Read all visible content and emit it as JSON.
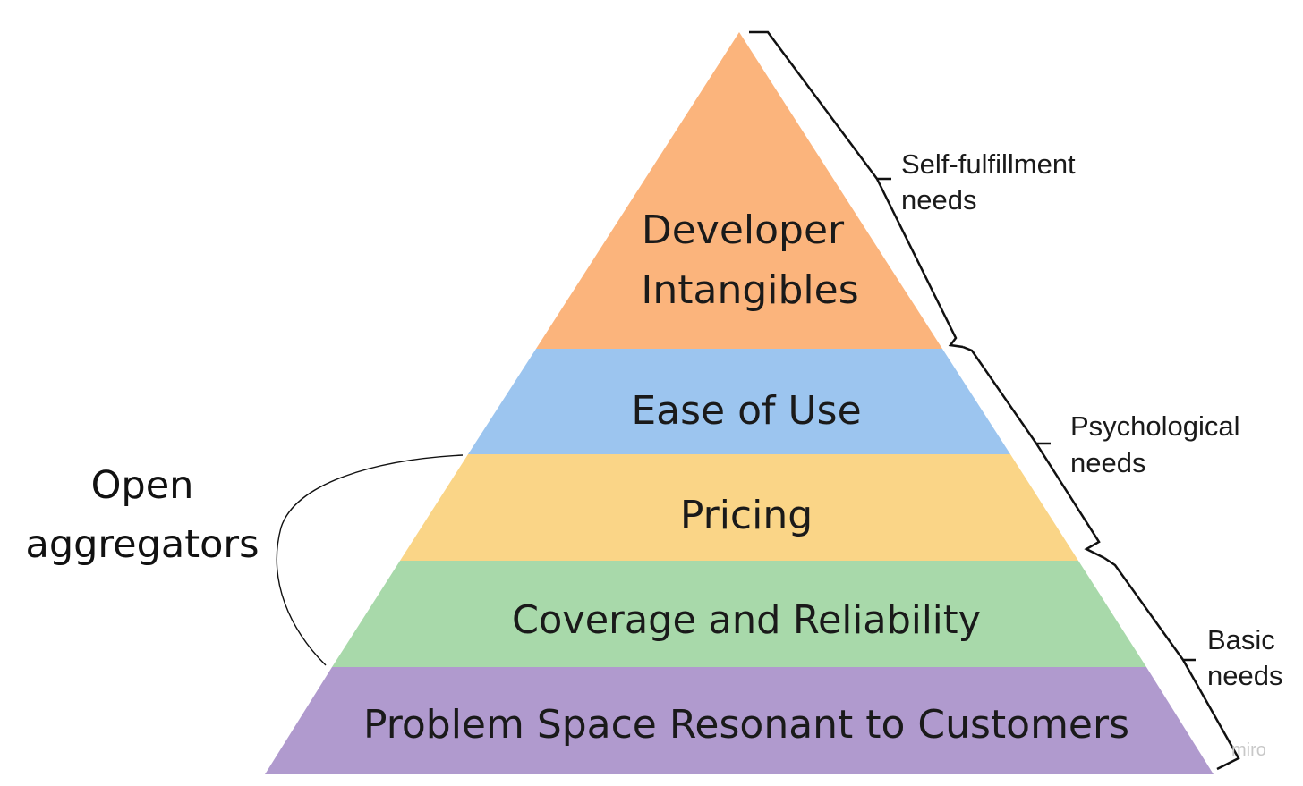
{
  "pyramid": {
    "tiers": [
      {
        "lines": [
          "Developer",
          "Intangibles"
        ],
        "color": "#FBB47C"
      },
      {
        "lines": [
          "Ease of Use"
        ],
        "color": "#9CC5EF"
      },
      {
        "lines": [
          "Pricing"
        ],
        "color": "#FAD587"
      },
      {
        "lines": [
          "Coverage and Reliability"
        ],
        "color": "#A8D9AA"
      },
      {
        "lines": [
          "Problem Space Resonant to Customers"
        ],
        "color": "#B09ACE"
      }
    ]
  },
  "needs": [
    {
      "lines": [
        "Self-fulfillment",
        "needs"
      ]
    },
    {
      "lines": [
        "Psychological",
        "needs"
      ]
    },
    {
      "lines": [
        "Basic",
        "needs"
      ]
    }
  ],
  "aggregator_group": {
    "lines": [
      "Open",
      "aggregators"
    ]
  },
  "watermark": "miro"
}
